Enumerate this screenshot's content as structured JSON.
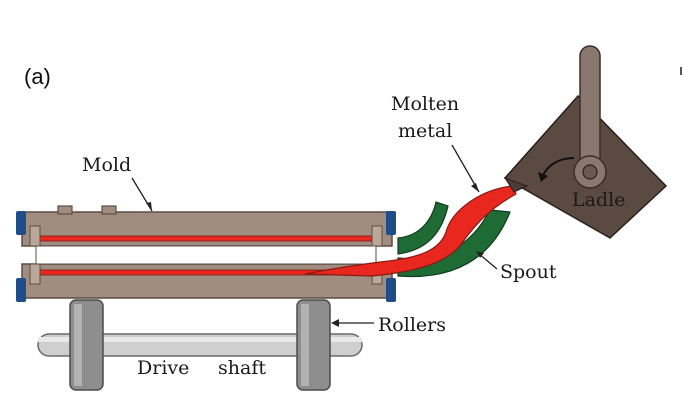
{
  "figure": {
    "panel_label": "(a)",
    "labels": {
      "molten_metal_line1": "Molten",
      "molten_metal_line2": "metal",
      "mold": "Mold",
      "ladle": "Ladle",
      "spout": "Spout",
      "rollers": "Rollers",
      "drive_shaft_word1": "Drive",
      "drive_shaft_word2": "shaft"
    },
    "colors": {
      "mold_body": "#a08d80",
      "mold_edge": "#5c4c44",
      "mold_end_cap": "#1f4d8a",
      "molten_metal": "#e8281e",
      "spout": "#1f6b35",
      "ladle_body": "#5a4a42",
      "ladle_handle": "#8a7870",
      "roller": "#8e8e8e",
      "shaft": "#c8c8c8",
      "leader_line": "#222222"
    }
  }
}
